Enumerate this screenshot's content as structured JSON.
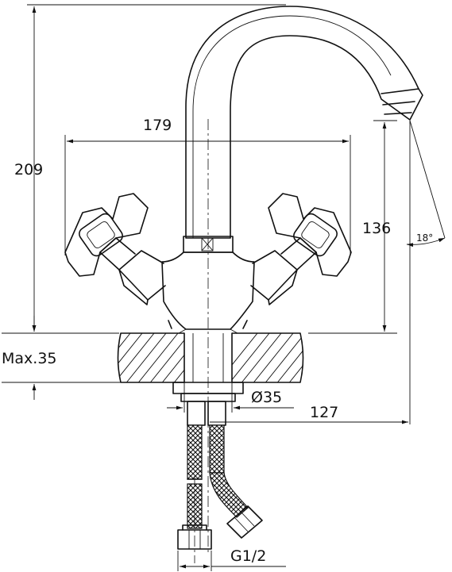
{
  "dimensions": {
    "height_total": "209",
    "width_handles": "179",
    "height_handles": "136",
    "spout_angle": "18°",
    "max_thickness": "Max.35",
    "hole_diameter": "Ø35",
    "spout_reach": "127",
    "thread": "G1/2"
  },
  "colors": {
    "line": "#111111",
    "background": "#ffffff"
  }
}
